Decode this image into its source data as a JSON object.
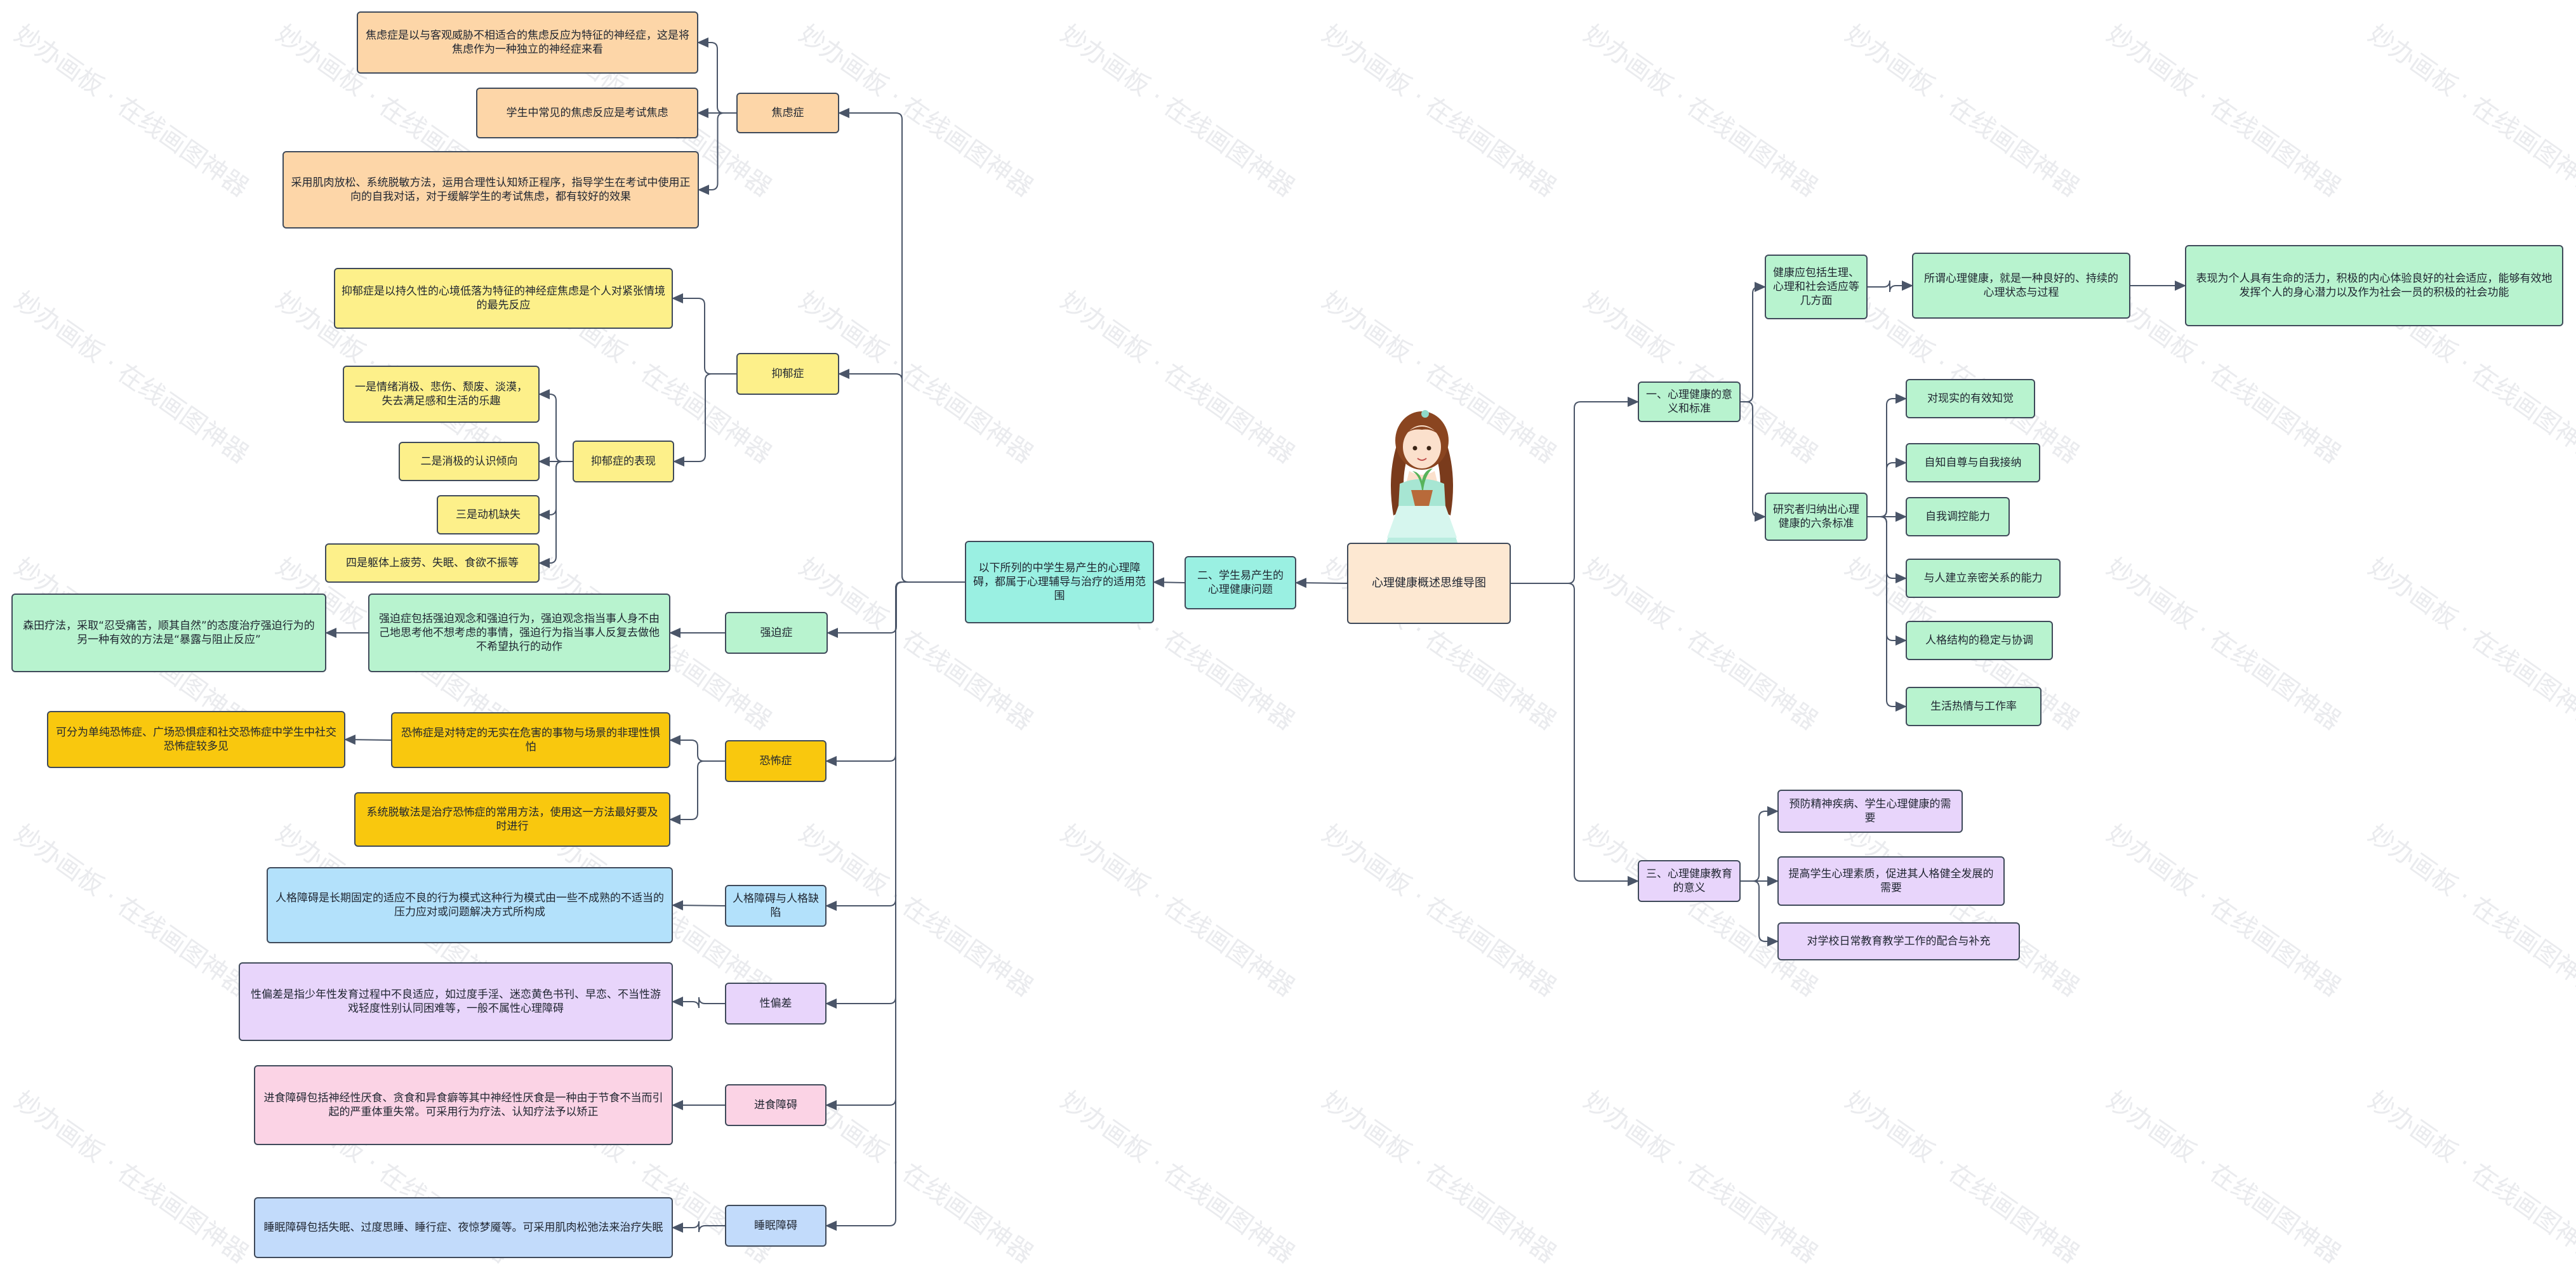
{
  "watermark": "妙办画板 · 在线画图神器",
  "root": {
    "title": "心理健康概述思维导图"
  },
  "colors": {
    "line": "#4a5568",
    "root": "#fde8d2",
    "cyan": "#9af0e2",
    "orange": "#fdd6a8",
    "yellow": "#fdf08a",
    "green": "#b8f3cf",
    "gold": "#f9c80e",
    "blue": "#b3e1fb",
    "purple": "#e8d5fb",
    "pink": "#fbd3e5",
    "periwinkle": "#c2dbfb"
  },
  "right": {
    "b1": {
      "label": "一、心理健康的意义和标准",
      "def": {
        "label": "健康应包括生理、心理和社会适应等几方面",
        "child": "所谓心理健康，就是一种良好的、持续的心理状态与过程",
        "grand": "表现为个人具有生命的活力，积极的内心体验良好的社会适应，能够有效地发挥个人的身心潜力以及作为社会一员的积极的社会功能"
      },
      "std": {
        "label": "研究者归纳出心理健康的六条标准",
        "items": [
          "对现实的有效知觉",
          "自知自尊与自我接纳",
          "自我调控能力",
          "与人建立亲密关系的能力",
          "人格结构的稳定与协调",
          "生活热情与工作率"
        ]
      }
    },
    "b3": {
      "label": "三、心理健康教育的意义",
      "items": [
        "预防精神疾病、学生心理健康的需要",
        "提高学生心理素质，促进其人格健全发展的需要",
        "对学校日常教育教学工作的配合与补充"
      ]
    }
  },
  "left": {
    "b2": "二、学生易产生的心理健康问题",
    "scope": "以下所列的中学生易产生的心理障碍，都属于心理辅导与治疗的适用范围",
    "anxiety": {
      "label": "焦虑症",
      "items": [
        "焦虑症是以与客观威胁不相适合的焦虑反应为特征的神经症，这是将焦虑作为一种独立的神经症来看",
        "学生中常见的焦虑反应是考试焦虑",
        "采用肌肉放松、系统脱敏方法，运用合理性认知矫正程序，指导学生在考试中使用正向的自我对话，对于缓解学生的考试焦虑，都有较好的效果"
      ]
    },
    "depression": {
      "label": "抑郁症",
      "desc": "抑郁症是以持久性的心境低落为特征的神经症焦虑是个人对紧张情境的最先反应",
      "symptom": {
        "label": "抑郁症的表现",
        "items": [
          "一是情绪消极、悲伤、颓废、淡漠，失去满足感和生活的乐趣",
          "二是消极的认识倾向",
          "三是动机缺失",
          "四是躯体上疲劳、失眠、食欲不振等"
        ]
      }
    },
    "ocd": {
      "label": "强迫症",
      "desc": "强迫症包括强迫观念和强迫行为，强迫观念指当事人身不由己地思考他不想考虑的事情，强迫行为指当事人反复去做他不希望执行的动作",
      "therapy": "森田疗法，采取“忍受痛苦，顺其自然”的态度治疗强迫行为的另一种有效的方法是“暴露与阻止反应”"
    },
    "phobia": {
      "label": "恐怖症",
      "desc": "恐怖症是对特定的无实在危害的事物与场景的非理性惧怕",
      "types": "可分为单纯恐怖症、广场恐惧症和社交恐怖症中学生中社交恐怖症较多见",
      "method": "系统脱敏法是治疗恐怖症的常用方法，使用这一方法最好要及时进行"
    },
    "personality": {
      "label": "人格障碍与人格缺陷",
      "desc": "人格障碍是长期固定的适应不良的行为模式这种行为模式由一些不成熟的不适当的压力应对或问题解决方式所构成"
    },
    "sexual": {
      "label": "性偏差",
      "desc": "性偏差是指少年性发育过程中不良适应，如过度手淫、迷恋黄色书刊、早恋、不当性游戏轻度性别认同困难等，一般不属性心理障碍"
    },
    "eating": {
      "label": "进食障碍",
      "desc": "进食障碍包括神经性厌食、贪食和异食癖等其中神经性厌食是一种由于节食不当而引起的严重体重失常。可采用行为疗法、认知疗法予以矫正"
    },
    "sleep": {
      "label": "睡眠障碍",
      "desc": "睡眠障碍包括失眠、过度思睡、睡行症、夜惊梦魇等。可采用肌肉松弛法来治疗失眠"
    }
  }
}
